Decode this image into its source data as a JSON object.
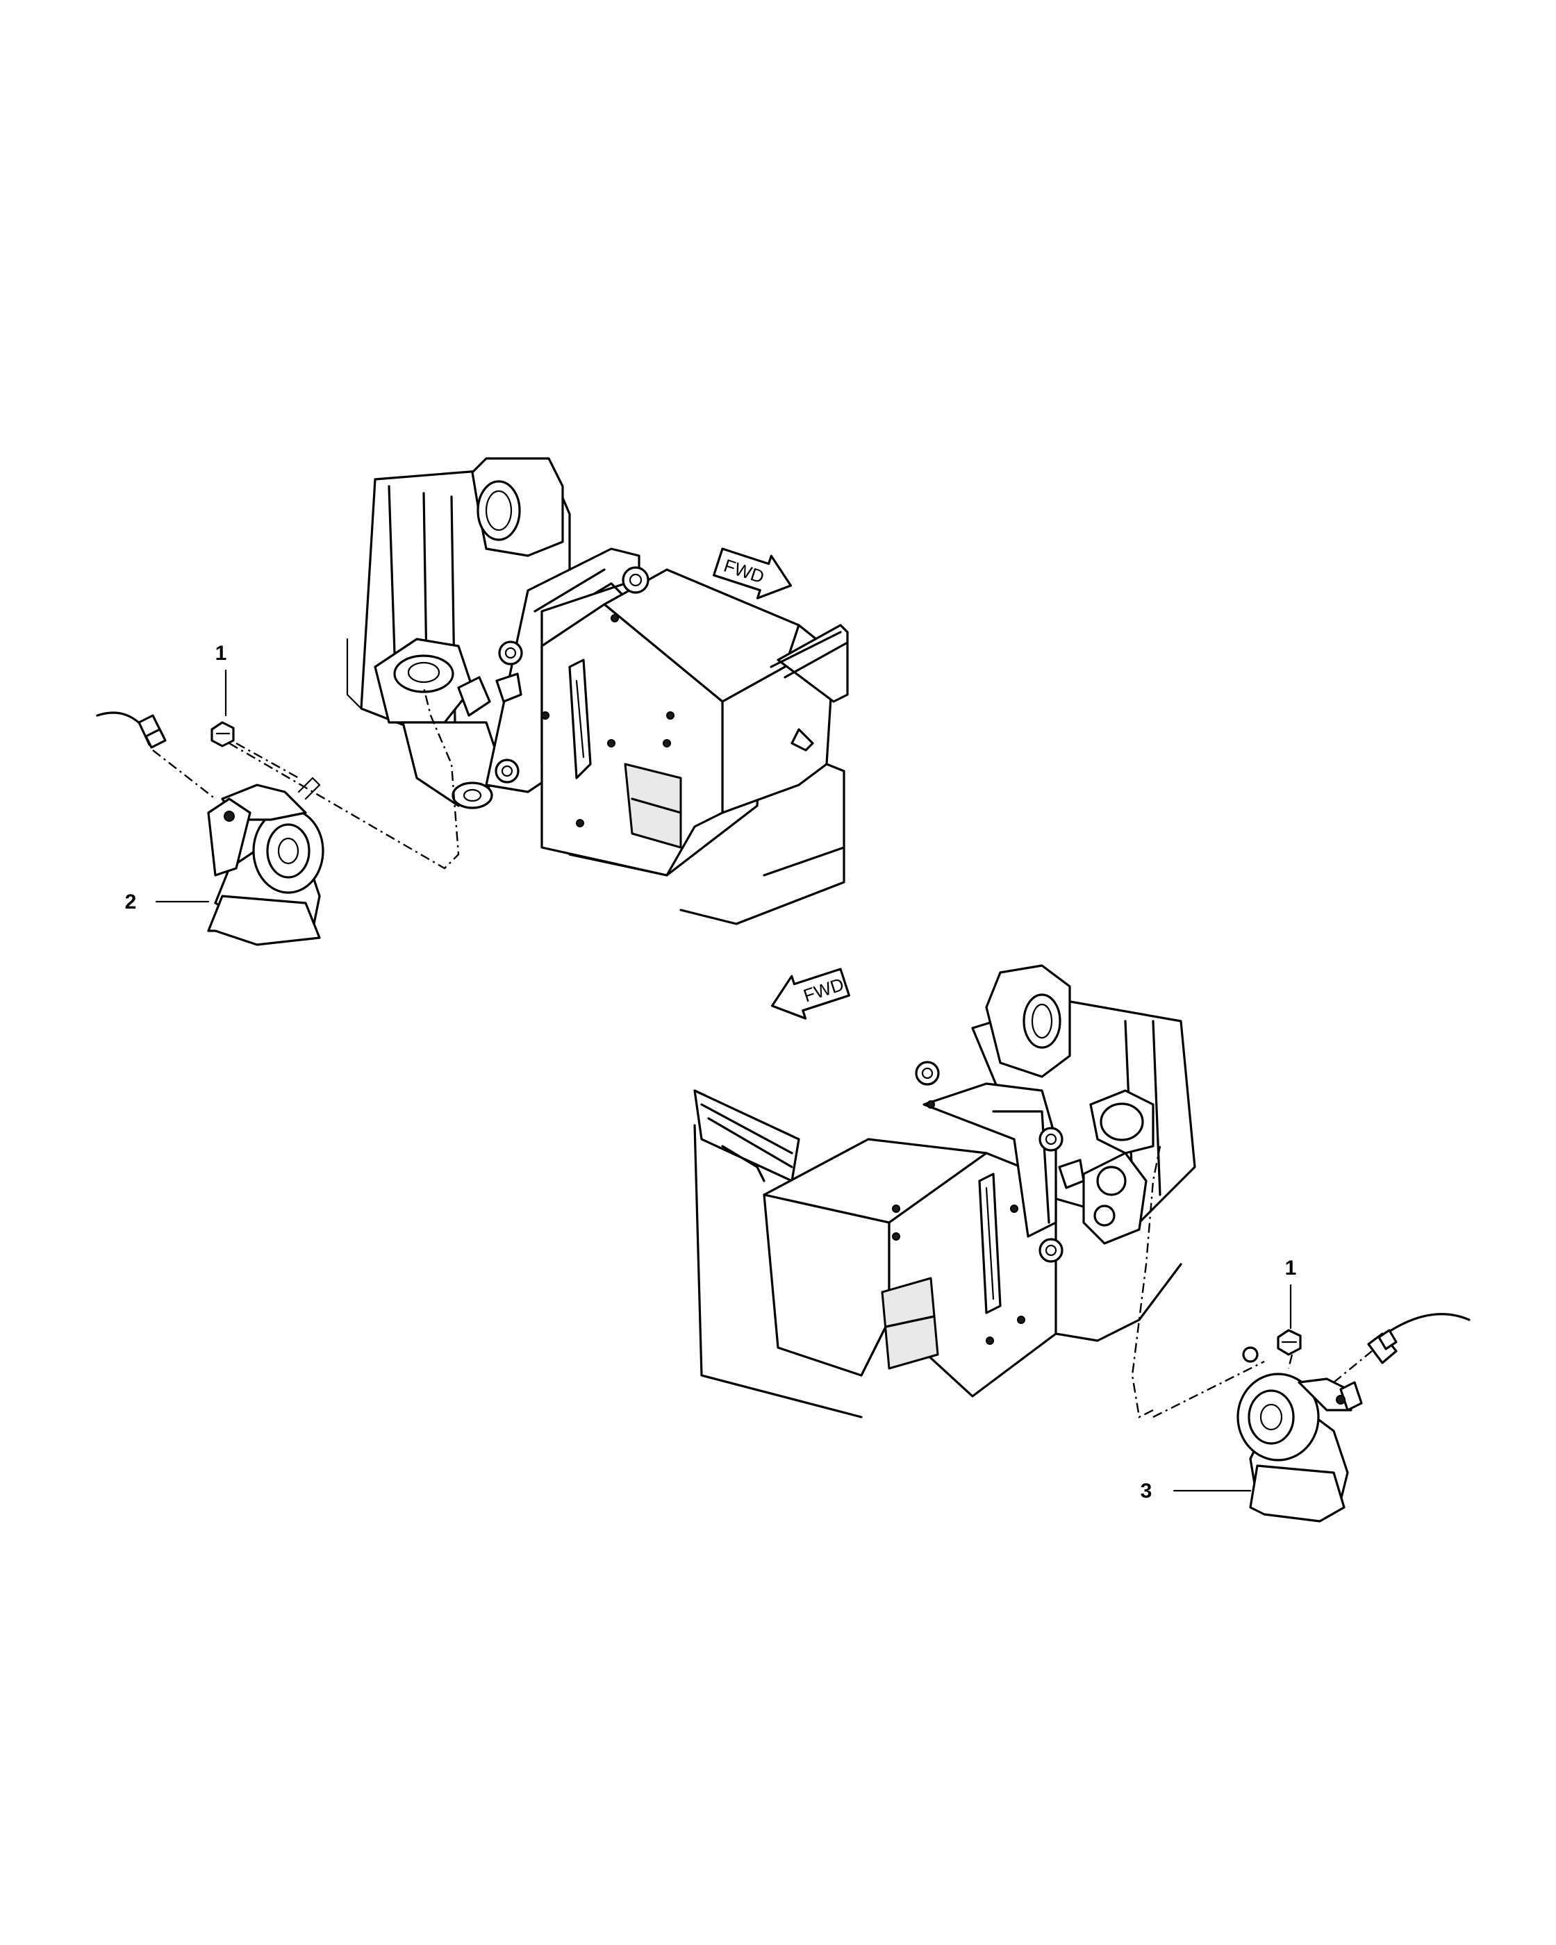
{
  "diagram": {
    "direction_label": "FWD",
    "callouts": [
      {
        "id": "c1-left",
        "text": "1"
      },
      {
        "id": "c2",
        "text": "2"
      },
      {
        "id": "c3",
        "text": "3"
      },
      {
        "id": "c1-right",
        "text": "1"
      }
    ]
  }
}
